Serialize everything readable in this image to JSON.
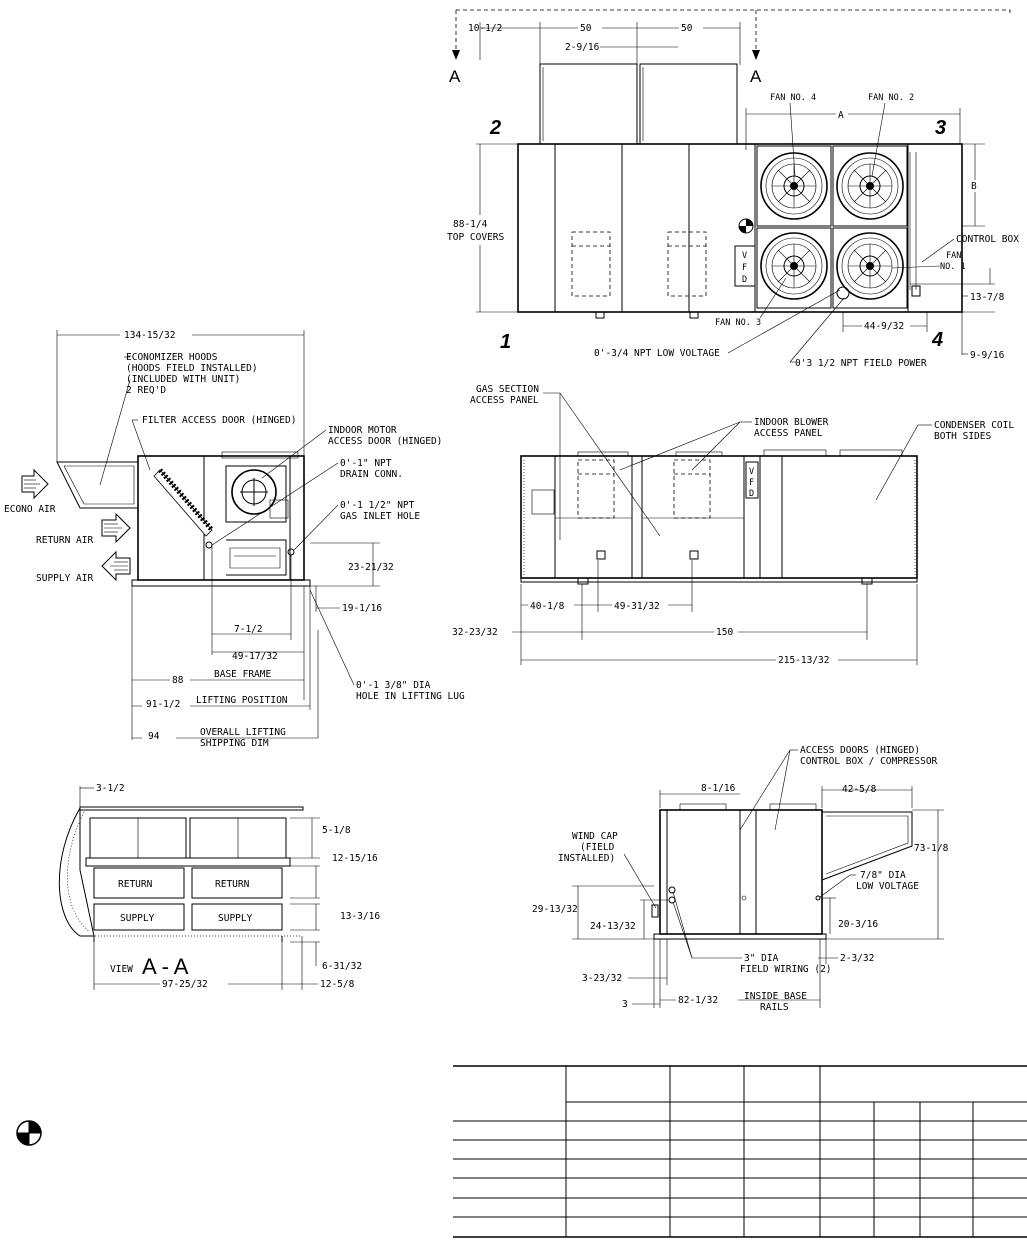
{
  "top_view": {
    "dim_left": "10-1/2",
    "dim_50a": "50",
    "dim_50b": "50",
    "dim_gap": "2-9/16",
    "section_mark_left": "A",
    "section_mark_right": "A",
    "corner_1": "1",
    "corner_2": "2",
    "corner_3": "3",
    "corner_4": "4",
    "fan_no_4": "FAN NO. 4",
    "fan_no_2": "FAN NO. 2",
    "fan_no_3": "FAN NO. 3",
    "fan_no_1_line1": "FAN",
    "fan_no_1_line2": "NO. 1",
    "dim_A": "A",
    "dim_B": "B",
    "top_covers_dim": "88-1/4",
    "top_covers_label": "TOP COVERS",
    "control_box": "CONTROL BOX",
    "vfd_v": "V",
    "vfd_f": "F",
    "vfd_d": "D",
    "dim_13_7_8": "13-7/8",
    "dim_44_9_32": "44-9/32",
    "dim_9_9_16": "9-9/16",
    "low_voltage": "0'-3/4 NPT LOW VOLTAGE",
    "field_power": "0'3 1/2 NPT FIELD POWER"
  },
  "side_view": {
    "dim_overall": "134-15/32",
    "econ_hoods_1": "ECONOMIZER HOODS",
    "econ_hoods_2": "(HOODS FIELD INSTALLED)",
    "econ_hoods_3": "(INCLUDED WITH UNIT)",
    "econ_hoods_4": "2 REQ'D",
    "filter_door": "FILTER ACCESS DOOR (HINGED)",
    "motor_door_1": "INDOOR MOTOR",
    "motor_door_2": "ACCESS DOOR (HINGED)",
    "drain_1": "0'-1\" NPT",
    "drain_2": "DRAIN CONN.",
    "gas_1": "0'-1 1/2\" NPT",
    "gas_2": "GAS INLET HOLE",
    "econo_air": "ECONO AIR",
    "return_air": "RETURN AIR",
    "supply_air": "SUPPLY AIR",
    "dim_23_21_32": "23-21/32",
    "dim_19_1_16": "19-1/16",
    "dim_7_1_2": "7-1/2",
    "dim_49_17_32": "49-17/32",
    "dim_88": "88",
    "base_frame": "BASE FRAME",
    "dim_91_1_2": "91-1/2",
    "lifting_position": "LIFTING POSITION",
    "dim_94": "94",
    "overall_lifting": "OVERALL LIFTING",
    "shipping_dim": "SHIPPING DIM",
    "lug_hole_1": "0'-1 3/8\" DIA",
    "lug_hole_2": "HOLE IN LIFTING LUG"
  },
  "front_view": {
    "gas_section_1": "GAS SECTION",
    "gas_section_2": "ACCESS PANEL",
    "blower_1": "INDOOR BLOWER",
    "blower_2": "ACCESS PANEL",
    "condenser_1": "CONDENSER COIL",
    "condenser_2": "BOTH SIDES",
    "dim_40_1_8": "40-1/8",
    "dim_49_31_32": "49-31/32",
    "dim_32_23_32": "32-23/32",
    "dim_150": "150",
    "dim_215": "215-13/32"
  },
  "section_view": {
    "dim_3_1_2": "3-1/2",
    "dim_5_1_8": "5-1/8",
    "dim_12_15_16": "12-15/16",
    "dim_13_3_16": "13-3/16",
    "dim_6_31_32": "6-31/32",
    "return_left": "RETURN",
    "return_right": "RETURN",
    "supply_left": "SUPPLY",
    "supply_right": "SUPPLY",
    "view_word": "VIEW",
    "view_letters": "A - A",
    "dim_97": "97-25/32",
    "dim_12_5_8": "12-5/8"
  },
  "end_view": {
    "access_1": "ACCESS DOORS (HINGED)",
    "access_2": "CONTROL BOX / COMPRESSOR",
    "dim_8_1_16": "8-1/16",
    "dim_42_5_8": "42-5/8",
    "wind_cap_1": "WIND CAP",
    "wind_cap_2": "(FIELD",
    "wind_cap_3": "INSTALLED)",
    "dim_73_1_8": "73-1/8",
    "lv_1": "7/8\" DIA",
    "lv_2": "LOW VOLTAGE",
    "dim_29_13_32": "29-13/32",
    "dim_24_13_32": "24-13/32",
    "dim_20_3_16": "20-3/16",
    "fw_1": "3\" DIA",
    "fw_2": "FIELD WIRING (2)",
    "dim_2_3_32": "2-3/32",
    "dim_3_23_32": "3-23/32",
    "dim_3": "3",
    "dim_82": "82-1/32",
    "inside_base_1": "INSIDE BASE",
    "inside_base_2": "RAILS"
  }
}
